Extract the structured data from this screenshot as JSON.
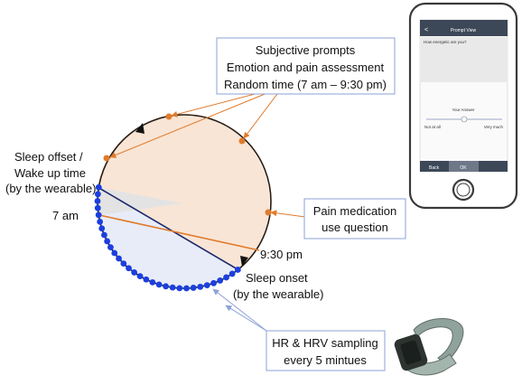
{
  "labels": {
    "prompts_line1": "Subjective prompts",
    "prompts_line2": "Emotion and pain assessment",
    "prompts_line3": "Random time (7 am – 9:30 pm)",
    "wake_line1": "Sleep offset /",
    "wake_line2": "Wake up time",
    "wake_line3": "(by the wearable)",
    "seven_am": "7 am",
    "medication_line1": "Pain medication",
    "medication_line2": "use question",
    "nine_thirty_pm": "9:30 pm",
    "sleep_onset_line1": "Sleep onset",
    "sleep_onset_line2": "(by the wearable)",
    "hr_line1": "HR & HRV sampling",
    "hr_line2": "every 5 mintues"
  },
  "phone": {
    "header_title": "Prompt View",
    "back_chevron": "<",
    "question": "How energetic are you?",
    "answer_label": "Your Answer",
    "scale_min": "Not at all",
    "scale_max": "Very much",
    "back_button": "Back",
    "ok_button": "OK",
    "slider_value": 0.5
  },
  "colors": {
    "day_fill": "#f9e5d5",
    "night_fill": "#e8ecf8",
    "orange": "#e07b2c",
    "dot_blue": "#1b3fe0",
    "navy": "#1a2a6c",
    "box_border": "#8da2d8"
  }
}
